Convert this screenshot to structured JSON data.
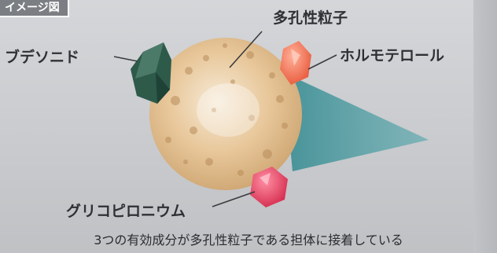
{
  "badge": "イメージ図",
  "labels": {
    "center": "多孔性粒子",
    "left": "ブデソニド",
    "right": "ホルモテロール",
    "bottom": "グリコピロニウム"
  },
  "caption": "3つの有効成分が多孔性粒子である担体に接着している",
  "colors": {
    "particle": "#e8c79a",
    "budesonide": "#2e5a4a",
    "formoterol": "#f06a45",
    "glycopyrronium": "#e23a5a",
    "beam": "#3f8f95"
  }
}
